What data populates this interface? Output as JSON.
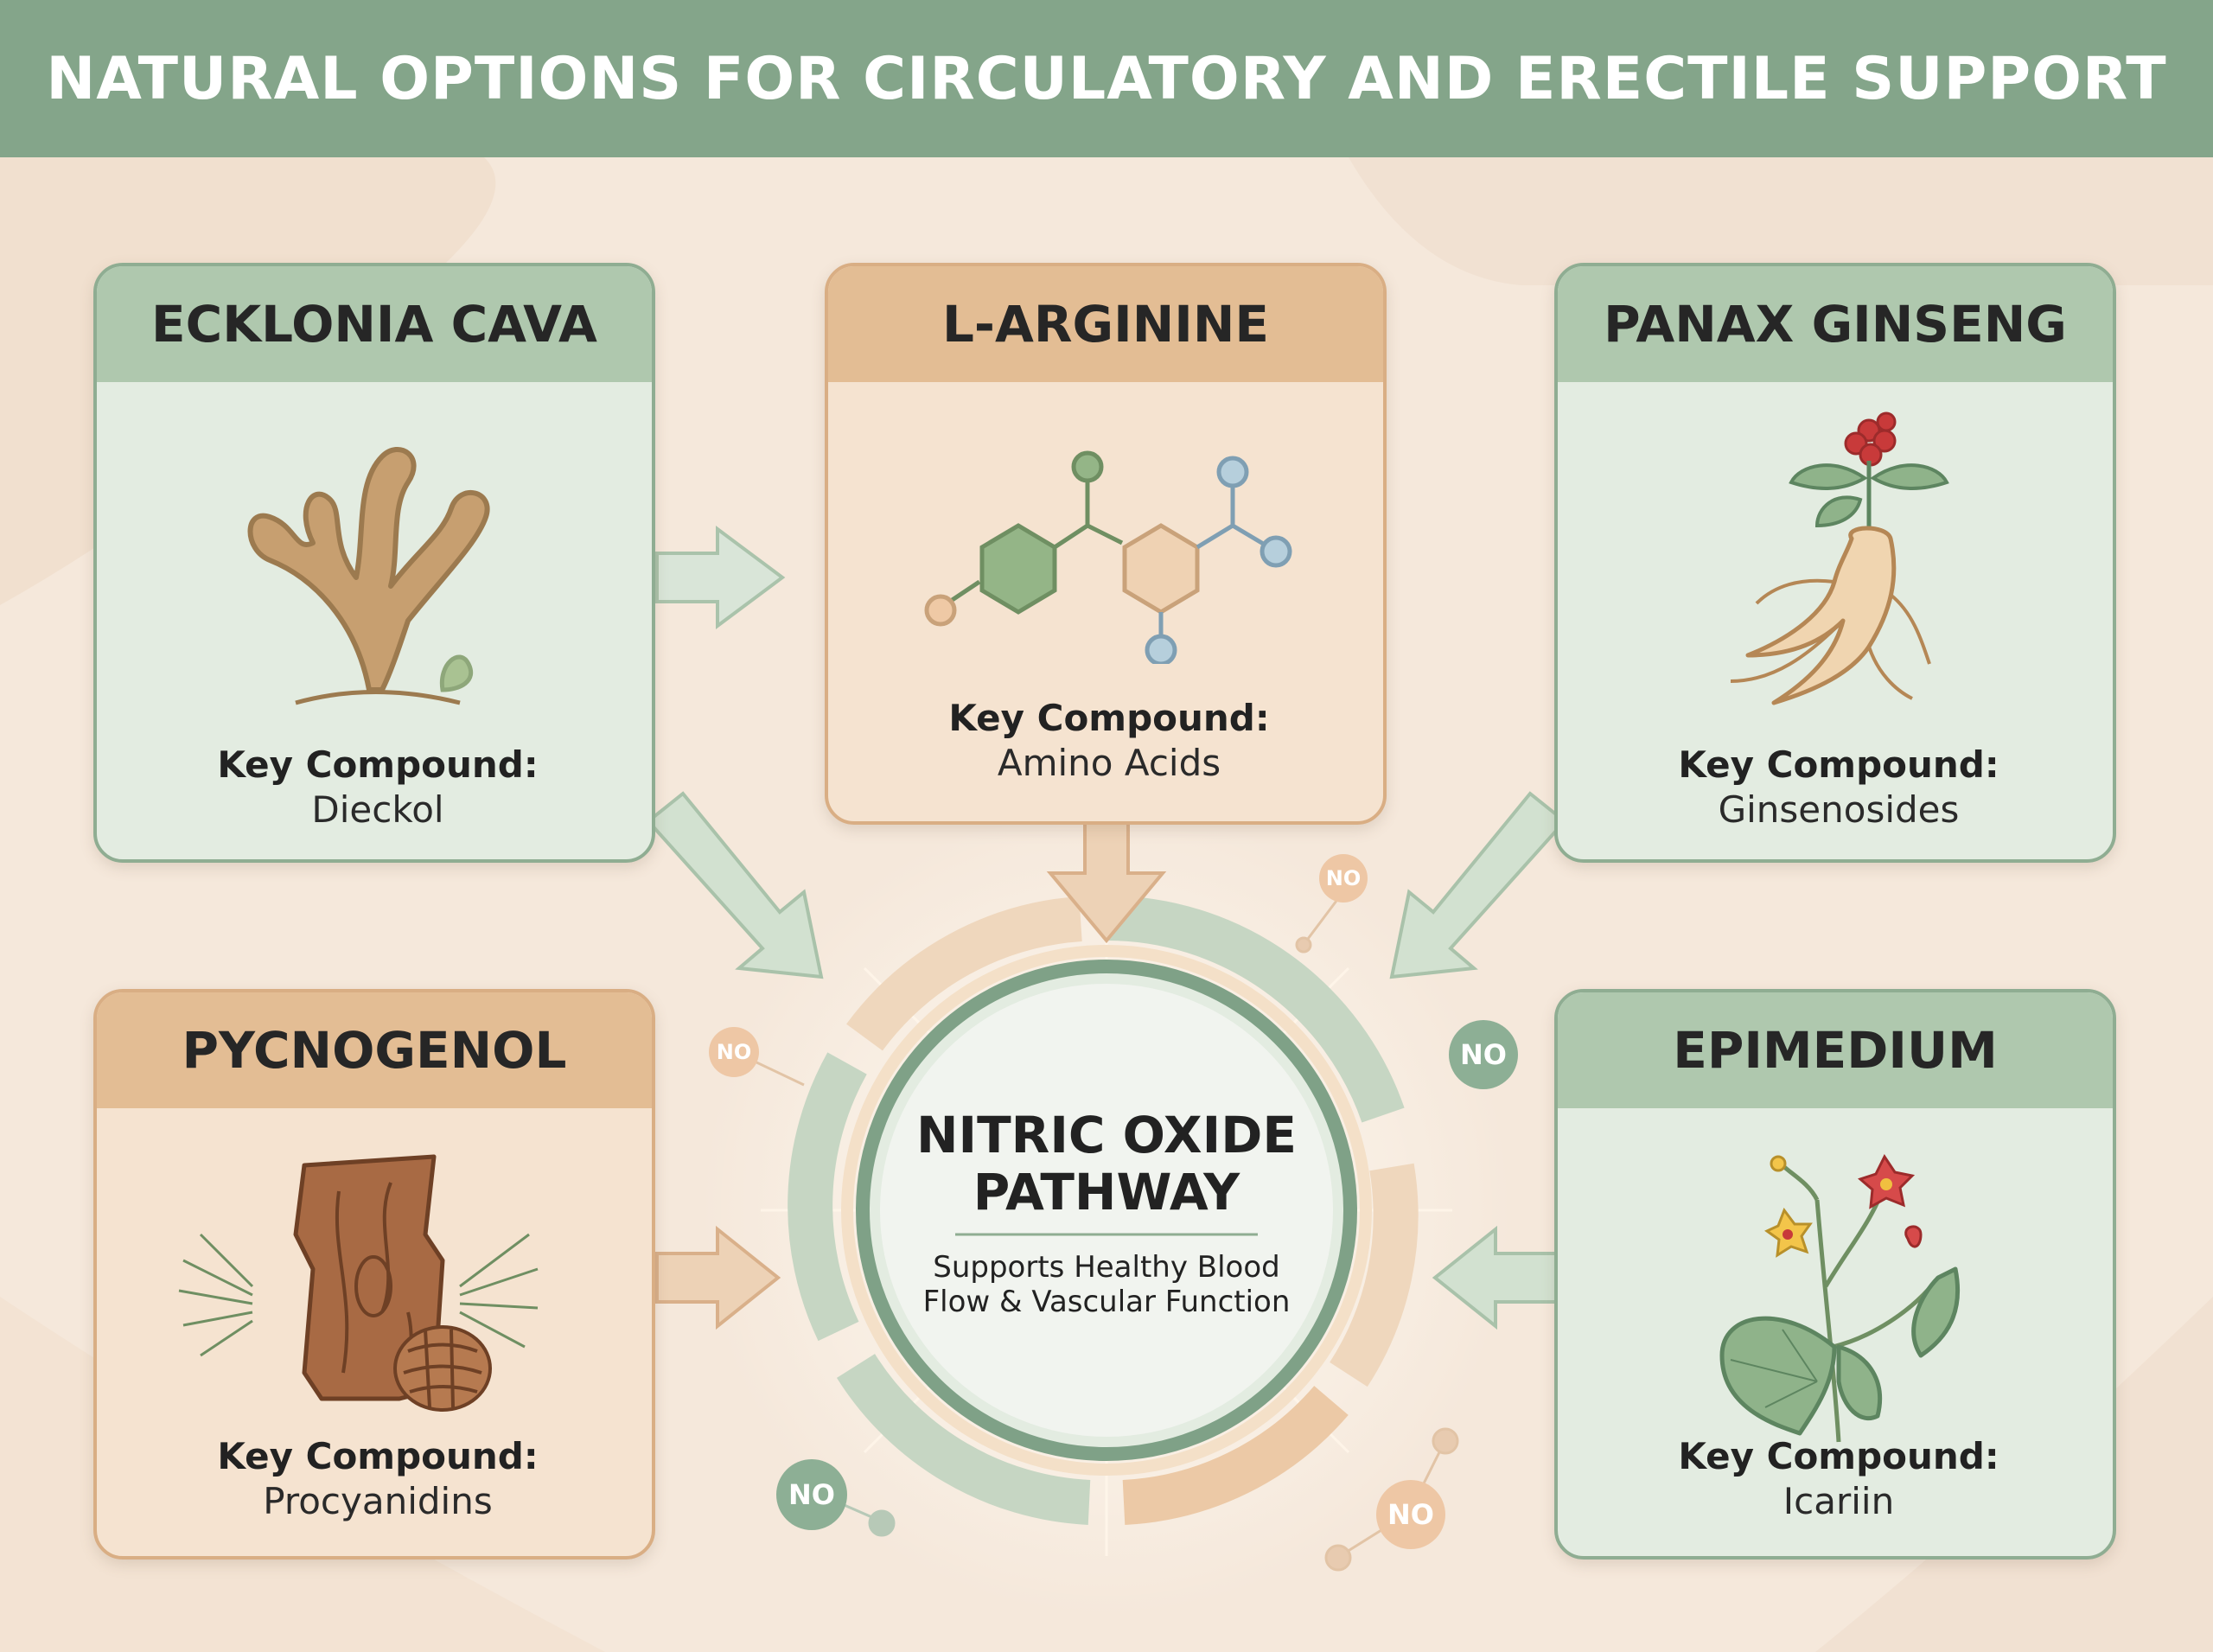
{
  "title": "NATURAL OPTIONS FOR CIRCULATORY AND ERECTILE SUPPORT",
  "center": {
    "title_line1": "NITRIC OXIDE",
    "title_line2": "PATHWAY",
    "subtitle_line1": "Supports Healthy Blood",
    "subtitle_line2": "Flow & Vascular Function"
  },
  "no_label": "NO",
  "cards": [
    {
      "name": "ECKLONIA CAVA",
      "key_label": "Key Compound:",
      "compound": "Dieckol",
      "theme": "green",
      "icon": "seaweed-icon"
    },
    {
      "name": "L-ARGININE",
      "key_label": "Key Compound:",
      "compound": "Amino Acids",
      "theme": "tan",
      "icon": "molecule-icon"
    },
    {
      "name": "PANAX GINSENG",
      "key_label": "Key Compound:",
      "compound": "Ginsenosides",
      "theme": "green",
      "icon": "ginseng-root-icon"
    },
    {
      "name": "PYCNOGENOL",
      "key_label": "Key Compound:",
      "compound": "Procyanidins",
      "theme": "tan",
      "icon": "pine-bark-icon"
    },
    {
      "name": "EPIMEDIUM",
      "key_label": "Key Compound:",
      "compound": "Icariin",
      "theme": "green",
      "icon": "epimedium-flower-icon"
    }
  ],
  "colors": {
    "banner": "#84a58a",
    "sage": "#8fad92",
    "tan": "#d9ae84",
    "background": "#f5e8db"
  }
}
